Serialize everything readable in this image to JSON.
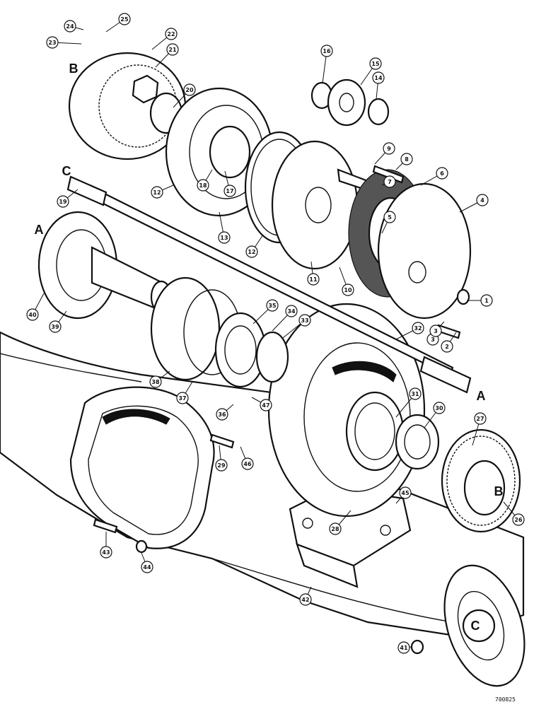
{
  "drawing": {
    "reference": "700825",
    "letters": {
      "b_top": "B",
      "c_shaft": "C",
      "a_left": "A",
      "a_right": "A",
      "b_gear": "B",
      "c_hub": "C"
    },
    "part_numbers": [
      "1",
      "2",
      "3",
      "3",
      "4",
      "5",
      "6",
      "7",
      "8",
      "9",
      "10",
      "11",
      "12",
      "12",
      "13",
      "14",
      "15",
      "16",
      "17",
      "18",
      "19",
      "20",
      "21",
      "22",
      "23",
      "24",
      "25",
      "26",
      "27",
      "28",
      "29",
      "30",
      "31",
      "32",
      "33",
      "34",
      "35",
      "36",
      "37",
      "38",
      "39",
      "40",
      "41",
      "42",
      "43",
      "44",
      "45",
      "46",
      "47"
    ]
  }
}
